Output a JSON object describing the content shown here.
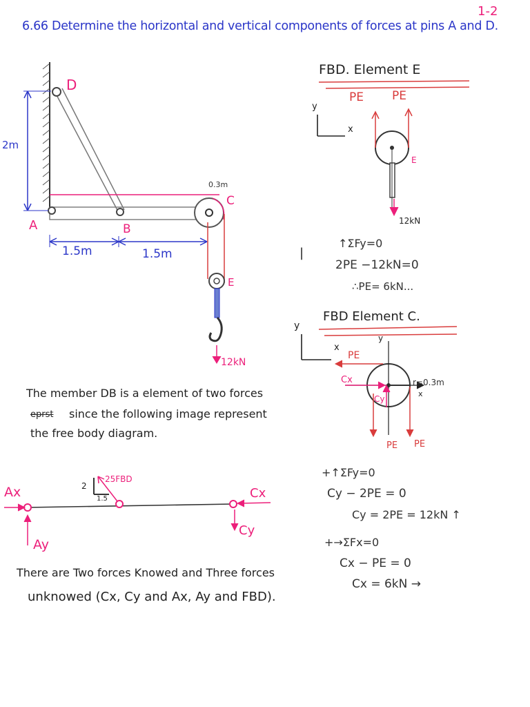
{
  "page_number": "1-2",
  "problem_statement": "6.66 Determine the horizontal and vertical components of forces at pins A and D.",
  "main_figure": {
    "labels": {
      "D": "D",
      "A": "A",
      "B": "B",
      "C": "C",
      "E": "E",
      "height": "2m",
      "span_ab": "1.5m",
      "span_bc": "1.5m",
      "radius": "0.3m",
      "load": "12kN"
    }
  },
  "fbd_e": {
    "title": "FBD. Element E",
    "force_left": "PE",
    "force_right": "PE",
    "axis_y": "y",
    "axis_x": "x",
    "point": "E",
    "load": "12kN",
    "equations": [
      "↑ΣFy=0",
      "2PE −12kN=0",
      "∴PE= 6kN..."
    ]
  },
  "fbd_c": {
    "title": "FBD Element C.",
    "axis_y": "y",
    "axis_x": "x",
    "local_y": "y",
    "local_x": "x",
    "force_pe_top": "PE",
    "force_cx": "Cx",
    "force_cy": "Cy",
    "radius": "r=0.3m",
    "pe_bottom_left": "PE",
    "pe_bottom_right": "PE",
    "equations_y": [
      "+↑ΣFy=0",
      "Cy − 2PE = 0",
      "Cy = 2PE = 12kN ↑"
    ],
    "equations_x": [
      "+→ΣFx=0",
      "Cx − PE = 0",
      "Cx = 6kN →"
    ]
  },
  "note": {
    "lines": [
      "The member DB is a element of two forces",
      "since the following image represent",
      "the free body diagram."
    ],
    "struck_word": "eprst"
  },
  "beam_fbd": {
    "ax": "Ax",
    "ay": "Ay",
    "cx": "Cx",
    "cy": "Cy",
    "fbd_label": "25FBD",
    "slope_v": "2",
    "slope_h": "1.5"
  },
  "conclusion": {
    "line1": "There are Two forces Knowed and Three forces",
    "line2": "unknowed (Cx, Cy and Ax, Ay and FBD)."
  },
  "colors": {
    "ink_blue": "#2b36c8",
    "ink_pink": "#ec1f7a",
    "ink_red": "#d93c3c",
    "pencil": "#888888"
  }
}
